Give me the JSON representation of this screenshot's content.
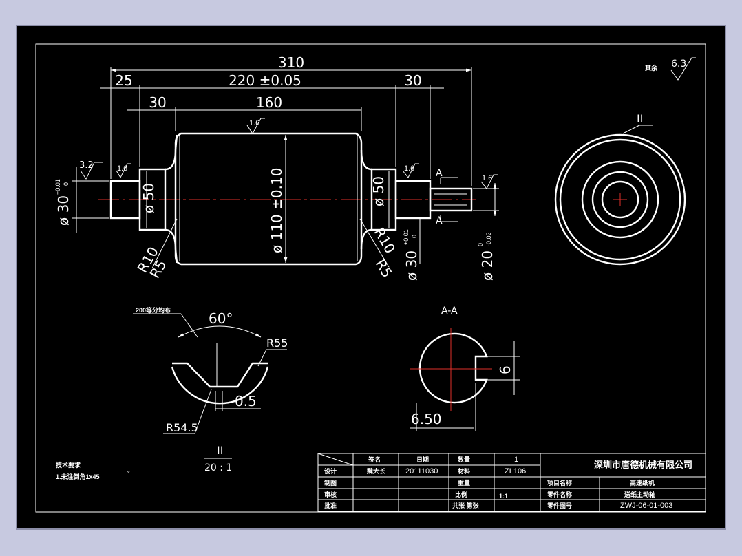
{
  "main_view": {
    "dims": {
      "overall": "310",
      "left_shaft": "25",
      "span": "220 ±0.05",
      "right_shaft": "30",
      "left_step": "30",
      "body_length": "160",
      "dia_left_shaft": "ø 30",
      "dia_left_shaft_tol_upper": "+0.01",
      "dia_left_shaft_tol_lower": "0",
      "dia_left_step": "ø 50",
      "dia_body": "ø 110 ±0.10",
      "dia_right_step": "ø 50",
      "dia_right_shaft": "ø 30",
      "dia_right_shaft_tol_upper": "+0.01",
      "dia_right_shaft_tol_lower": "0",
      "dia_key_end": "ø 20",
      "dia_key_end_tol_upper": "0",
      "dia_key_end_tol_lower": "-0.02",
      "fillet_r10_left": "R10",
      "fillet_r5_left": "R5",
      "fillet_r10_right": "R10",
      "fillet_r5_right": "R5"
    },
    "roughness": {
      "left_end": "3.2",
      "left_step": "1.6",
      "body": "1.6",
      "right_step": "1.6",
      "key_end": "1.6"
    },
    "section_mark_top": "A",
    "section_mark_bottom": "A"
  },
  "general_roughness": {
    "label": "其余",
    "value": "6.3"
  },
  "end_view": {
    "detail_mark": "II"
  },
  "detail": {
    "count_label": "200等分均布",
    "angle": "60°",
    "r55": "R55",
    "depth": "0.5",
    "r54_5": "R54.5",
    "label": "II",
    "scale": "20 : 1"
  },
  "section_view": {
    "label": "A-A",
    "key_width": "6",
    "depth": "6.50"
  },
  "tech_notes": {
    "title": "技术要求",
    "line1": "1.未注倒角1x45",
    "degree": "°"
  },
  "title_block": {
    "headers": {
      "name": "签名",
      "date": "日期",
      "quantity": "数量",
      "quantity_value": "1"
    },
    "designer": {
      "role": "设计",
      "name": "魏大长",
      "date": "20111030",
      "material_label": "材料",
      "material": "ZL106"
    },
    "row_check": {
      "role": "制图",
      "weight_label": "重量"
    },
    "row_review": {
      "role": "审核",
      "scale_label": "比例",
      "scale": "1:1"
    },
    "row_approve": {
      "role": "批准",
      "sheet_label": "共张 第张"
    },
    "company": "深圳市唐德机械有限公司",
    "project_label": "项目名称",
    "project": "高速纸机",
    "part_name_label": "零件名称",
    "part_name": "送纸主动轴",
    "part_no_label": "零件图号",
    "part_no": "ZWJ-06-01-003"
  },
  "colors": {
    "background": "#c7c9e0",
    "sheet": "#000000",
    "line": "#ffffff",
    "centerline": "#e0302a"
  }
}
